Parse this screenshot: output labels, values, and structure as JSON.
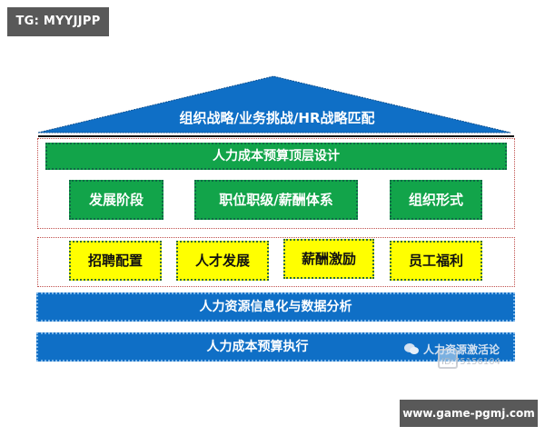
{
  "top_tag": {
    "label": "TG: MYYJJPP"
  },
  "roof": {
    "label": "组织战略/业务挑战/HR战略匹配",
    "color": "#0f6fc6"
  },
  "tier1": {
    "header": "人力成本预算顶层设计",
    "items": [
      "发展阶段",
      "职位职级/薪酬体系",
      "组织形式"
    ],
    "color": "#12a44a"
  },
  "tier2": {
    "items": [
      "招聘配置",
      "人才发展",
      "薪酬激励",
      "员工福利"
    ],
    "color": "#ffff00"
  },
  "bar1": {
    "label": "人力资源信息化与数据分析",
    "color": "#0f6fc6"
  },
  "bar2": {
    "label": "人力成本预算执行",
    "color": "#0f6fc6"
  },
  "watermark": {
    "name": "人力资源激活论",
    "id": "ID:75156104",
    "icon": "wechat-icon"
  },
  "bottom_tag": {
    "label": "www.game-pgmj.com"
  }
}
